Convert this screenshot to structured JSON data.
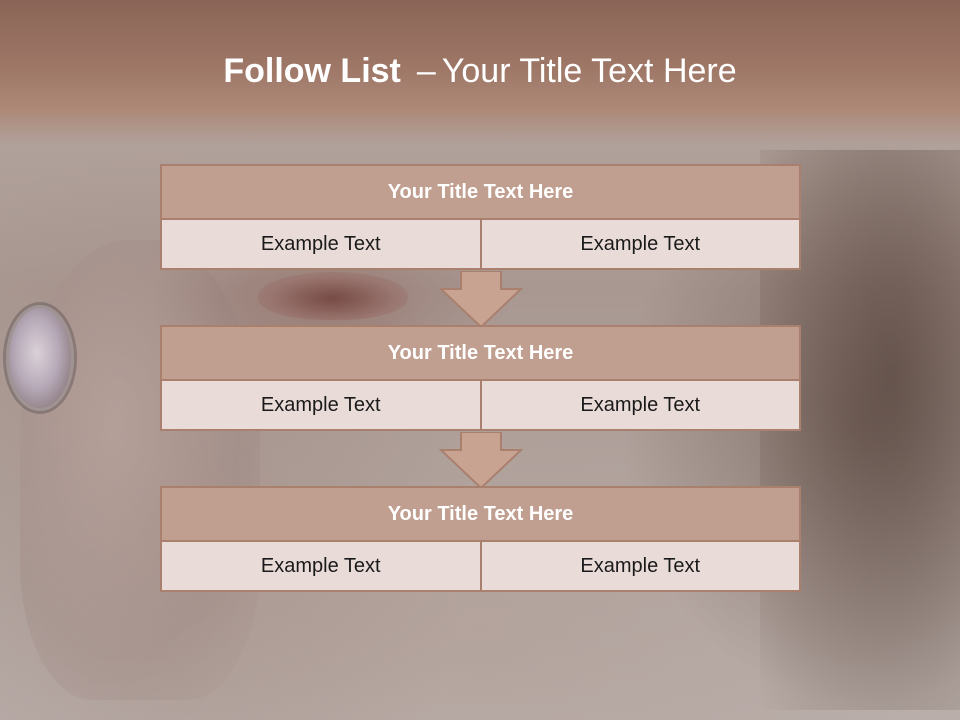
{
  "slide": {
    "title_bold": "Follow List",
    "title_dash": "–",
    "title_rest": "Your Title Text Here"
  },
  "steps": [
    {
      "title": "Your Title Text Here",
      "left": "Example Text",
      "right": "Example Text"
    },
    {
      "title": "Your Title Text Here",
      "left": "Example Text",
      "right": "Example Text"
    },
    {
      "title": "Your Title Text Here",
      "left": "Example Text",
      "right": "Example Text"
    }
  ],
  "colors": {
    "header_fill": "#c19f90",
    "border": "#a9806e",
    "cell_fill": "#e9dcd8",
    "arrow_fill": "#c9a392"
  }
}
